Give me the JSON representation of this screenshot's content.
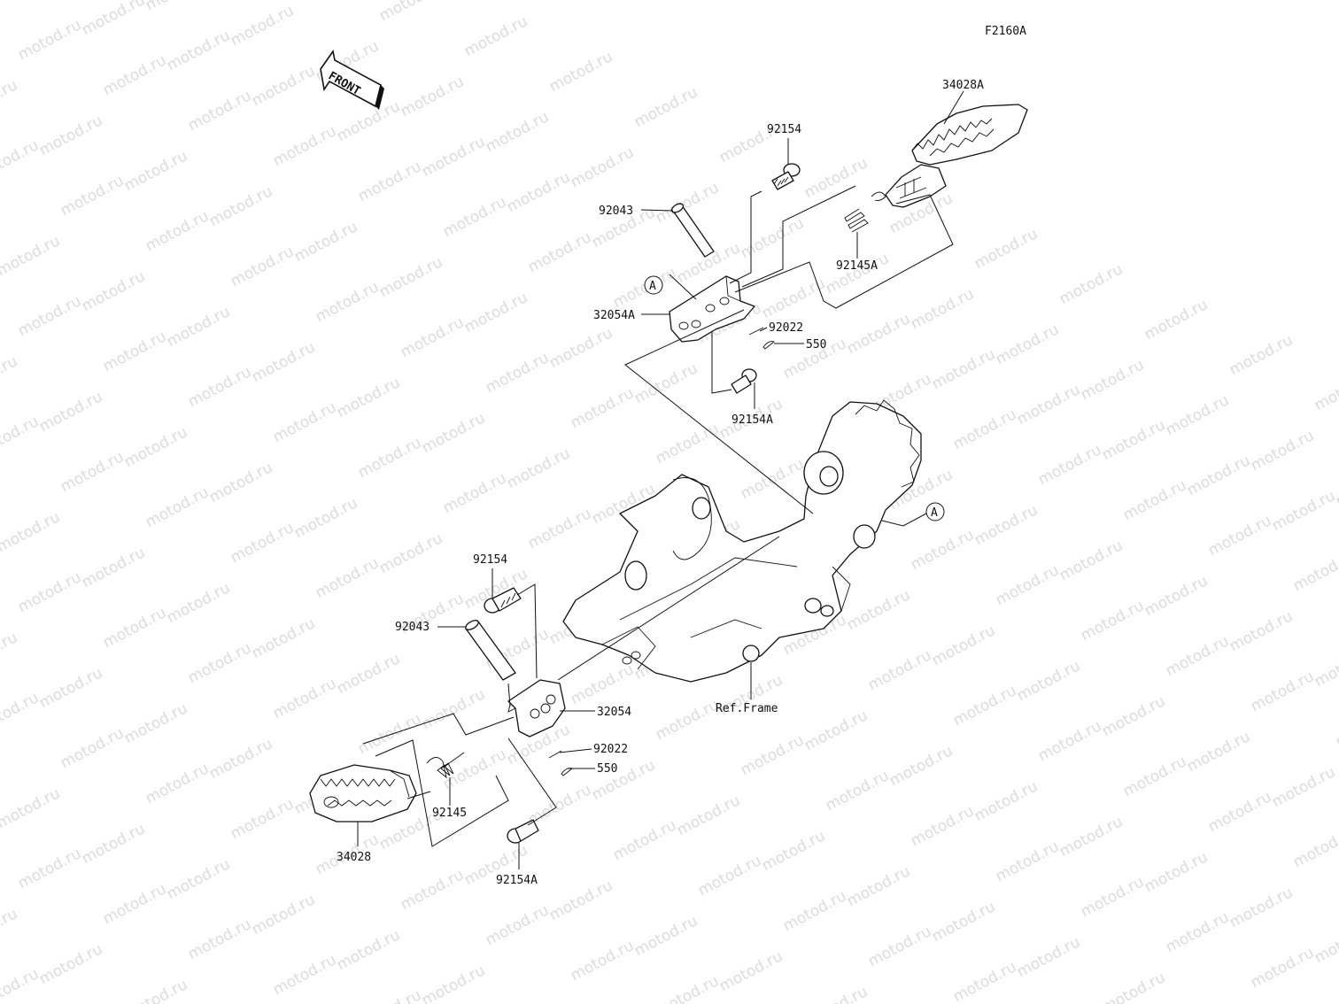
{
  "watermark": "motod.ru",
  "figure_code": "F2160A",
  "front_label": "FRONT",
  "ref_callout": "A",
  "ref_frame_label": "Ref.Frame",
  "parts": {
    "footpeg_r": "34028A",
    "bolt_r": "92154",
    "pin_r": "92043",
    "spring_r": "92145A",
    "bracket_r": "32054A",
    "washer_r": "92022",
    "cotter_r": "550",
    "bolt_a_r": "92154A",
    "bolt_l": "92154",
    "pin_l": "92043",
    "bracket_l": "32054",
    "washer_l": "92022",
    "cotter_l": "550",
    "spring_l": "92145",
    "footpeg_l": "34028",
    "bolt_a_l": "92154A"
  }
}
